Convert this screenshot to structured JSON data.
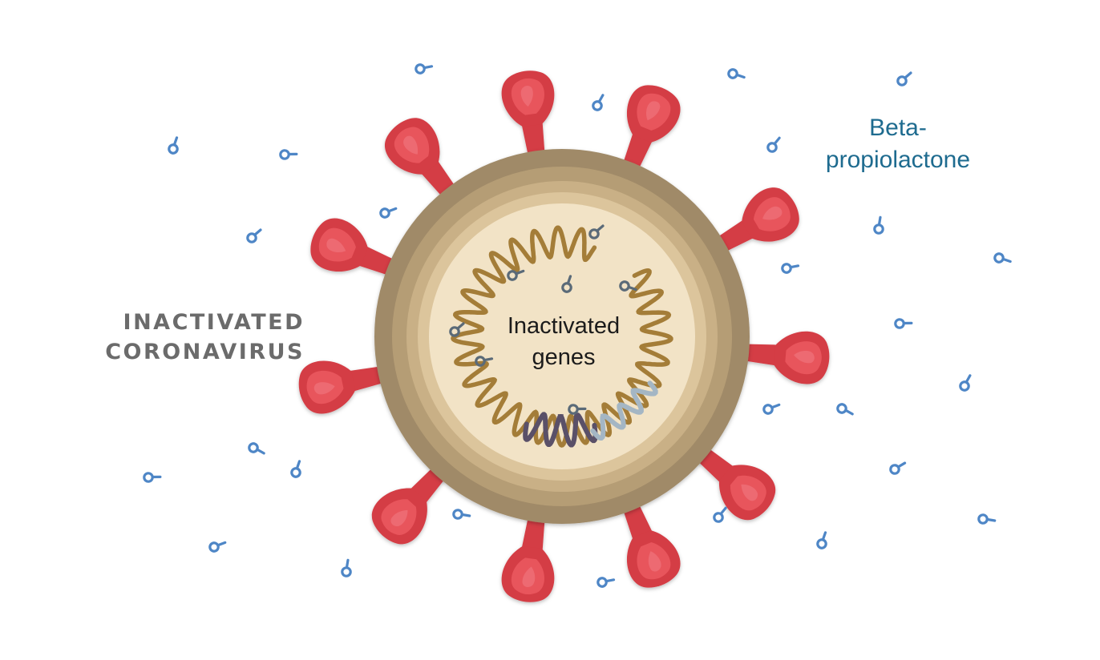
{
  "title": {
    "line1": "INACTIVATED",
    "line2": "CORONAVIRUS"
  },
  "chemical_label": {
    "line1": "Beta-",
    "line2": "propiolactone"
  },
  "genes_label": {
    "line1": "Inactivated",
    "line2": "genes"
  },
  "colors": {
    "spike": "#d43c44",
    "spike_inner": "#e8545c",
    "envelope_outer": "#a08a68",
    "envelope_mid": "#c4aa80",
    "core": "#f2e3c6",
    "rna": "#a47d38",
    "rna_damaged_1": "#5a5068",
    "rna_damaged_2": "#a4b6c4",
    "molecule": "#4e86c6",
    "molecule_inside": "#5a6a78",
    "title_text": "#6b6b6b",
    "chemical_text": "#1e6b8f"
  },
  "icons": {
    "virus": "coronavirus-particle",
    "molecule": "beta-propiolactone-molecule"
  }
}
